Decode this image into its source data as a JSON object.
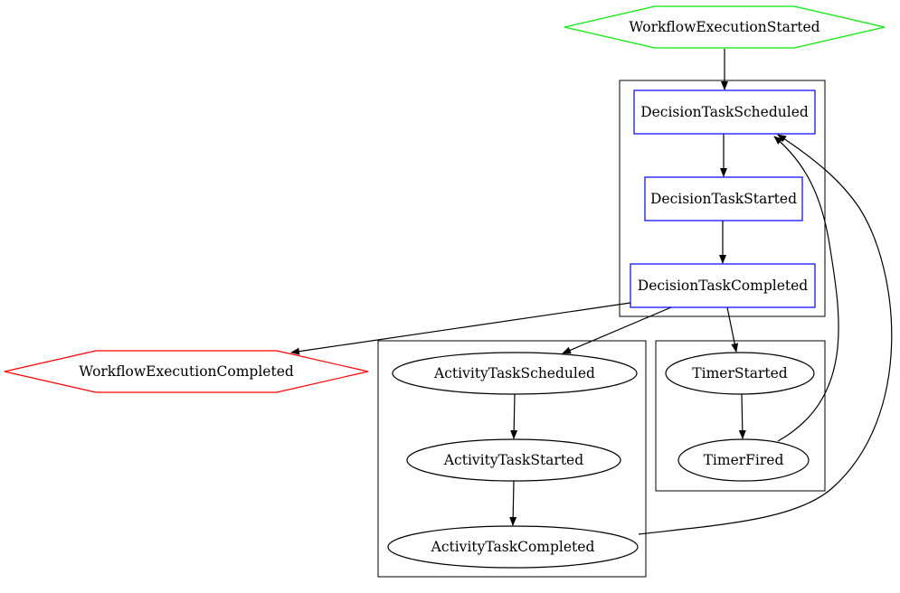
{
  "nodes": {
    "workflow_started": {
      "label": "WorkflowExecutionStarted",
      "shape": "hexagon",
      "color": "#00ee00"
    },
    "decision_scheduled": {
      "label": "DecisionTaskScheduled",
      "shape": "box",
      "color": "#0000ff"
    },
    "decision_started": {
      "label": "DecisionTaskStarted",
      "shape": "box",
      "color": "#0000ff"
    },
    "decision_completed": {
      "label": "DecisionTaskCompleted",
      "shape": "box",
      "color": "#0000ff"
    },
    "workflow_completed": {
      "label": "WorkflowExecutionCompleted",
      "shape": "hexagon",
      "color": "#ff0000"
    },
    "activity_scheduled": {
      "label": "ActivityTaskScheduled",
      "shape": "ellipse",
      "color": "#000000"
    },
    "activity_started": {
      "label": "ActivityTaskStarted",
      "shape": "ellipse",
      "color": "#000000"
    },
    "activity_completed": {
      "label": "ActivityTaskCompleted",
      "shape": "ellipse",
      "color": "#000000"
    },
    "timer_started": {
      "label": "TimerStarted",
      "shape": "ellipse",
      "color": "#000000"
    },
    "timer_fired": {
      "label": "TimerFired",
      "shape": "ellipse",
      "color": "#000000"
    }
  },
  "edges": [
    {
      "from": "workflow_started",
      "to": "decision_scheduled"
    },
    {
      "from": "decision_scheduled",
      "to": "decision_started"
    },
    {
      "from": "decision_started",
      "to": "decision_completed"
    },
    {
      "from": "decision_completed",
      "to": "workflow_completed"
    },
    {
      "from": "decision_completed",
      "to": "activity_scheduled"
    },
    {
      "from": "decision_completed",
      "to": "timer_started"
    },
    {
      "from": "activity_scheduled",
      "to": "activity_started"
    },
    {
      "from": "activity_started",
      "to": "activity_completed"
    },
    {
      "from": "timer_started",
      "to": "timer_fired"
    },
    {
      "from": "timer_fired",
      "to": "decision_scheduled"
    },
    {
      "from": "activity_completed",
      "to": "decision_scheduled"
    }
  ]
}
